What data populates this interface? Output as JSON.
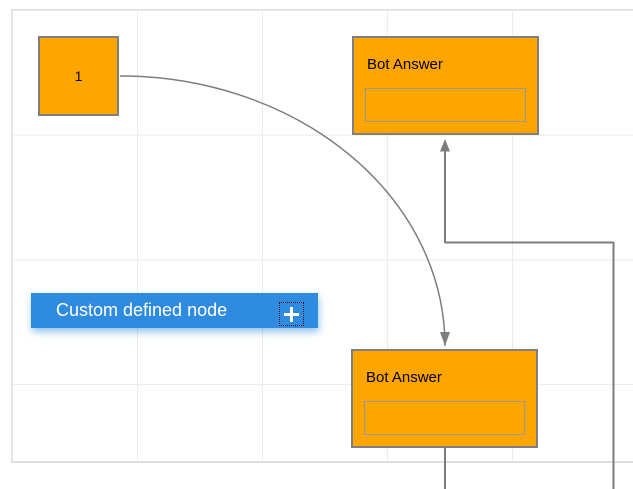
{
  "nodes": {
    "start": {
      "label": "1"
    },
    "bot_answer_top": {
      "title": "Bot Answer",
      "input_value": ""
    },
    "bot_answer_bottom": {
      "title": "Bot Answer",
      "input_value": ""
    },
    "custom": {
      "label": "Custom defined node"
    }
  },
  "icons": {
    "add": "plus-icon"
  },
  "colors": {
    "node_fill": "#ffa500",
    "node_border": "#7f7f7f",
    "node_text": "#000000",
    "inner_box_border": "#999999",
    "custom_node_fill": "#2e8be0",
    "custom_node_text": "#ffffff",
    "connector": "#7d7d7d",
    "grid_line": "#ececec",
    "canvas_border": "#dfdfdf",
    "page_bg": "#ffffff"
  }
}
